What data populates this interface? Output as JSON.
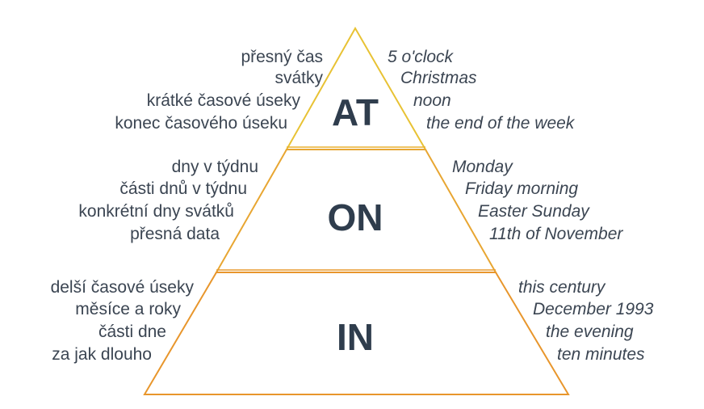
{
  "tiers": [
    {
      "name": "AT",
      "czech": [
        "přesný čas",
        "svátky",
        "krátké časové úseky",
        "konec časového úseku"
      ],
      "english": [
        "5 o'clock",
        "Christmas",
        "noon",
        "the end of the week"
      ]
    },
    {
      "name": "ON",
      "czech": [
        "dny v týdnu",
        "části dnů v týdnu",
        "konkrétní dny svátků",
        "přesná data"
      ],
      "english": [
        "Monday",
        "Friday morning",
        "Easter Sunday",
        "11th of November"
      ]
    },
    {
      "name": "IN",
      "czech": [
        "delší časové úseky",
        "měsíce a roky",
        "části dne",
        "za jak dlouho"
      ],
      "english": [
        "this century",
        "December 1993",
        "the evening",
        "ten minutes"
      ]
    }
  ],
  "colors": {
    "top_stroke": "#e8c234",
    "lower_stroke": "#e89a2e",
    "text": "#3b4552",
    "tier_text": "#2f3d4d"
  }
}
